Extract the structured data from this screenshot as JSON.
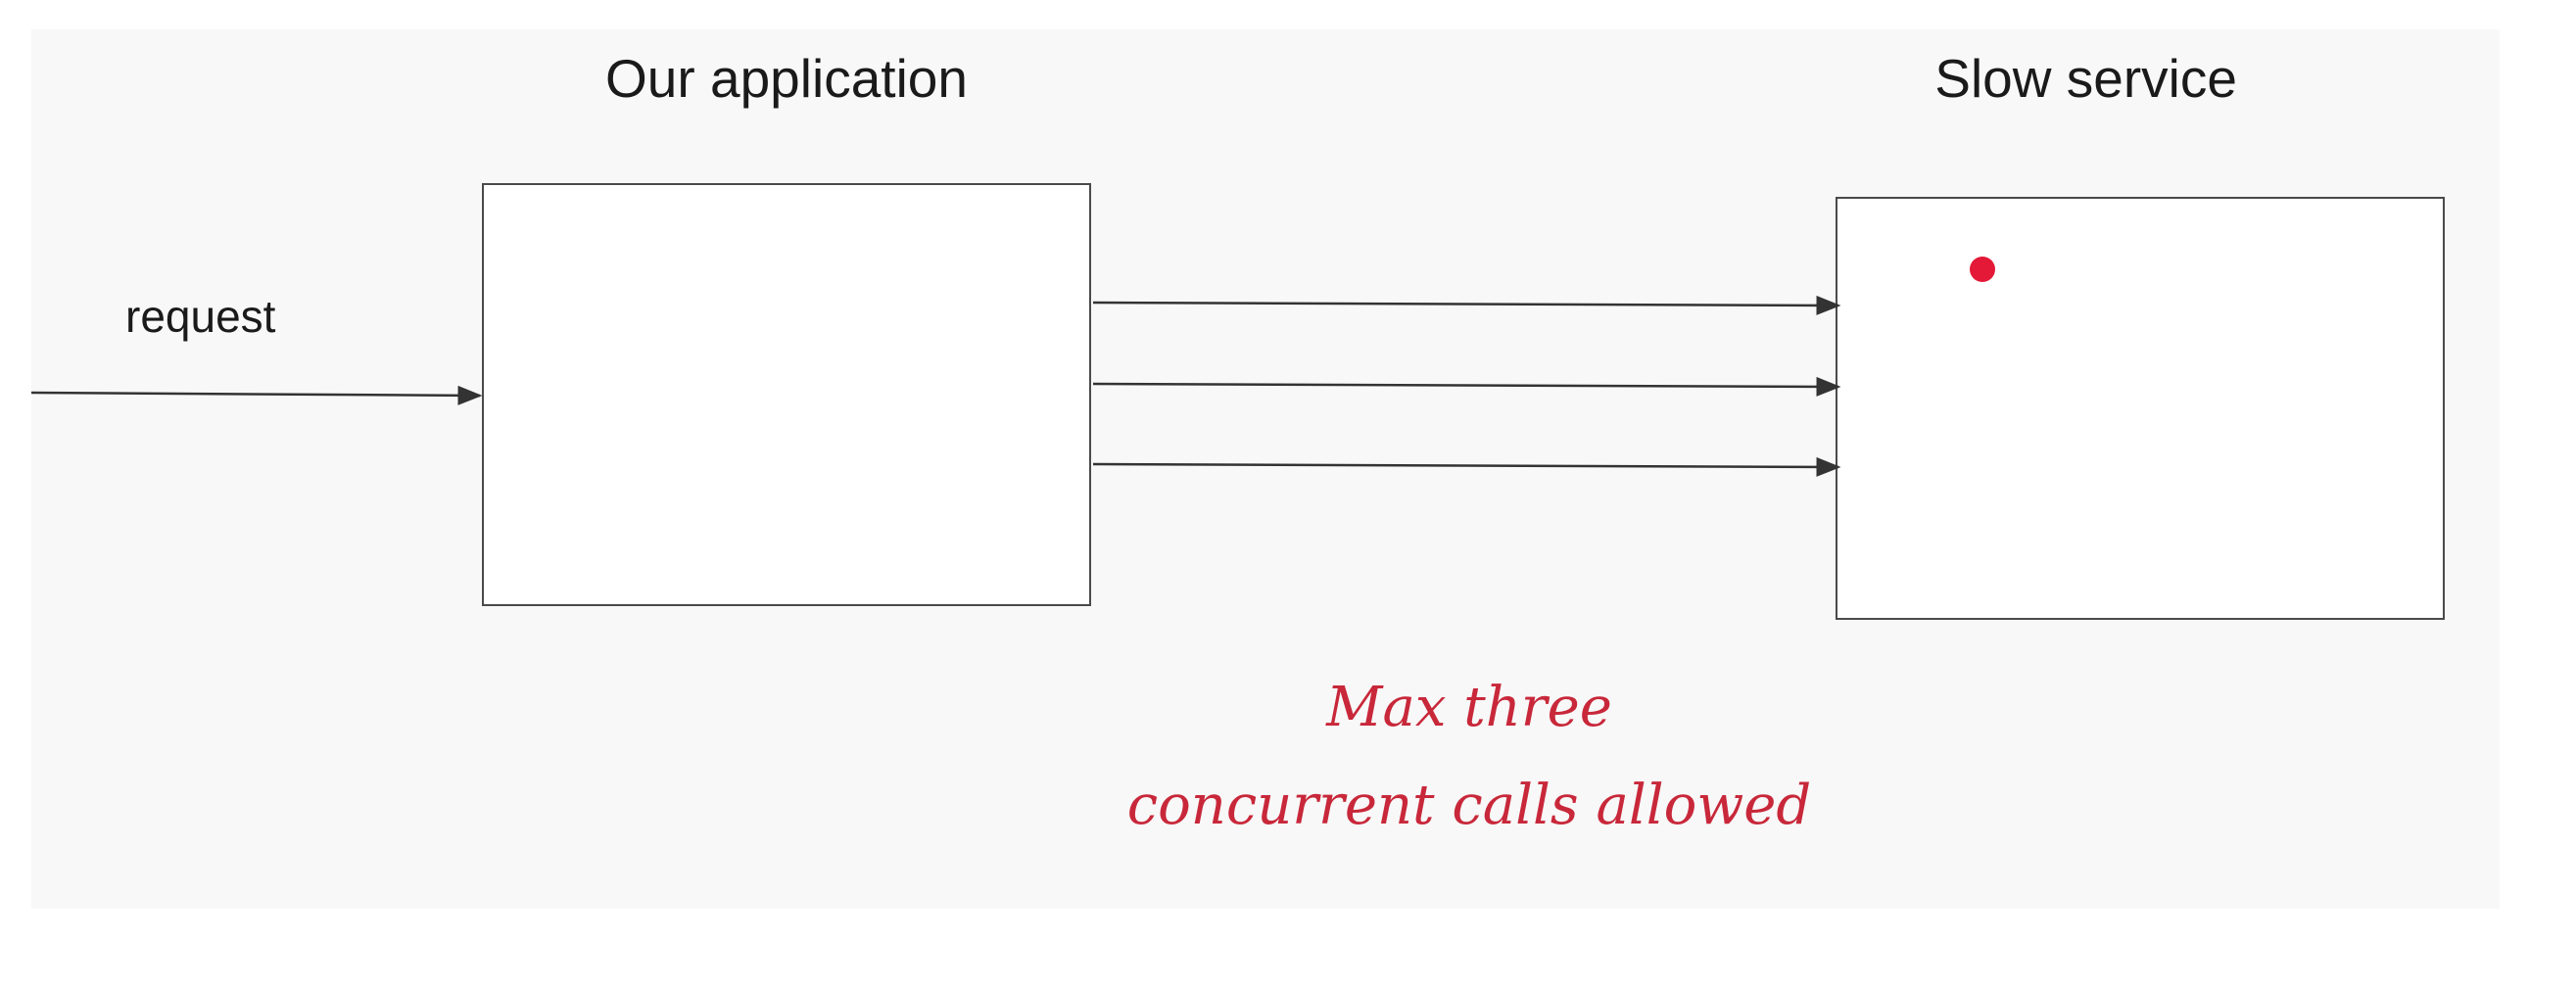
{
  "diagram": {
    "app_title": "Our application",
    "service_title": "Slow service",
    "request_label": "request",
    "note_line1": "Max three",
    "note_line2": "concurrent calls allowed",
    "note_color": "#c8283a",
    "marker_color": "#e31937",
    "concurrent_call_count": 3
  }
}
